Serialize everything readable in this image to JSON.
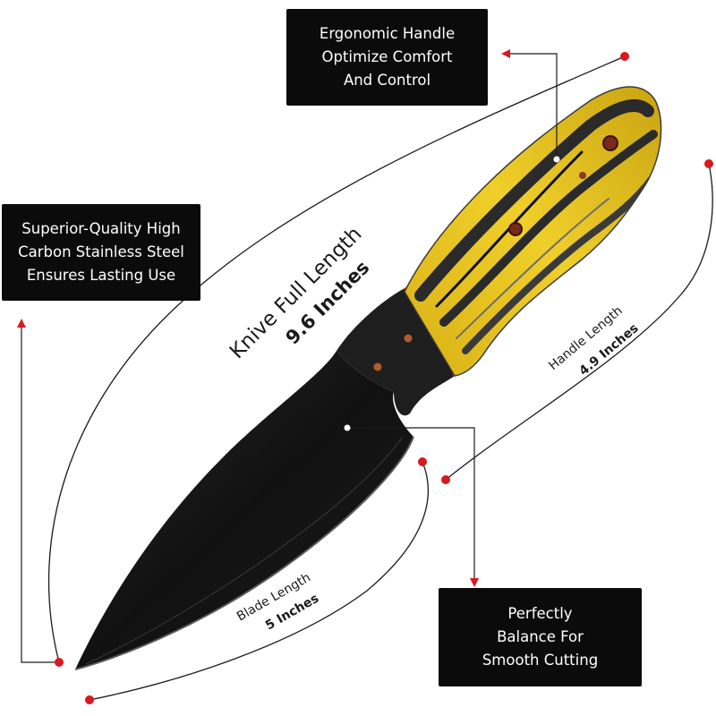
{
  "callouts": {
    "handle": [
      "Ergonomic Handle",
      "Optimize Comfort",
      "And Control"
    ],
    "steel": [
      "Superior-Quality High",
      "Carbon Stainless Steel",
      "Ensures Lasting Use"
    ],
    "balance": [
      "Perfectly",
      "Balance For",
      "Smooth Cutting"
    ]
  },
  "dimensions": {
    "full": {
      "label": "Knive Full Length",
      "value": "9.6 Inches"
    },
    "handle": {
      "label": "Handle Length",
      "value": "4.9 Inches"
    },
    "blade": {
      "label": "Blade Length",
      "value": "5 Inches"
    }
  },
  "colors": {
    "accent": "#d71920",
    "blade": "#121212",
    "handle_yellow": "#e8c21a",
    "handle_dark": "#2a2a2a",
    "callout_bg": "#0b0b0b"
  }
}
